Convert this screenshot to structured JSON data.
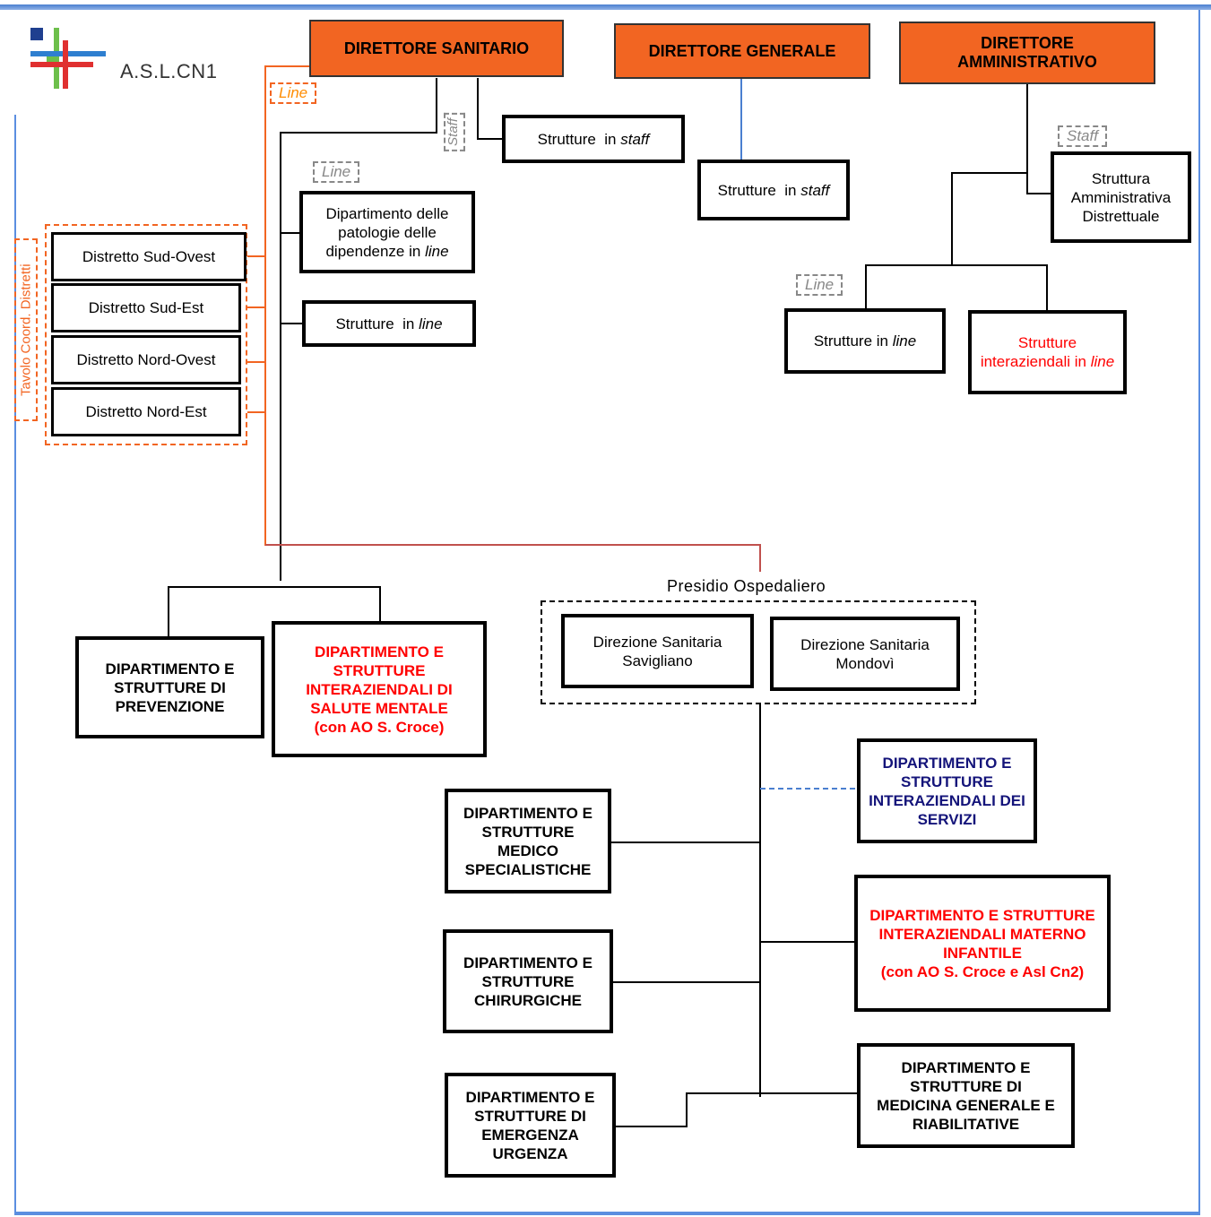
{
  "logo": {
    "text": "A.S.L.CN1"
  },
  "top": {
    "direttore_sanitario": "DIRETTORE SANITARIO",
    "direttore_generale": "DIRETTORE GENERALE",
    "direttore_amministrativo": "DIRETTORE AMMINISTRATIVO"
  },
  "labels": {
    "line": "Line",
    "staff": "Staff",
    "tavolo": "Tavolo Coord. Distretti"
  },
  "sanitario": {
    "strutture_staff_prefix": "Strutture  in ",
    "strutture_staff_em": "staff",
    "dipendenze_prefix": "Dipartimento delle patologie delle dipendenze in ",
    "dipendenze_em": "line",
    "strutture_line_prefix": "Strutture  in ",
    "strutture_line_em": "line"
  },
  "generale": {
    "strutture_staff_prefix": "Strutture  in ",
    "strutture_staff_em": "staff"
  },
  "amministrativo": {
    "struttura_distrettuale": "Struttura Amministrativa Distrettuale",
    "strutture_line_prefix": "Strutture in ",
    "strutture_line_em": "line",
    "interaziendali_prefix": "Strutture interaziendali in ",
    "interaziendali_em": "line"
  },
  "distretti": [
    "Distretto Sud-Ovest",
    "Distretto Sud-Est",
    "Distretto Nord-Ovest",
    "Distretto Nord-Est"
  ],
  "lower": {
    "prevenzione": "DIPARTIMENTO E STRUTTURE DI PREVENZIONE",
    "salute_mentale": "DIPARTIMENTO E STRUTTURE INTERAZIENDALI DI SALUTE MENTALE",
    "salute_mentale_note": "(con AO S. Croce)"
  },
  "presidio": {
    "title": "Presidio  Ospedaliero",
    "savigliano": "Direzione Sanitaria Savigliano",
    "mondovi": "Direzione Sanitaria Mondovì"
  },
  "dipartimenti": {
    "servizi": "DIPARTIMENTO E STRUTTURE INTERAZIENDALI DEI SERVIZI",
    "medico": "DIPARTIMENTO E STRUTTURE MEDICO SPECIALISTICHE",
    "materno": "DIPARTIMENTO E STRUTTURE INTERAZIENDALI MATERNO INFANTILE",
    "materno_note": "(con AO S. Croce e Asl Cn2)",
    "chirurgiche": "DIPARTIMENTO E STRUTTURE CHIRURGICHE",
    "emergenza": "DIPARTIMENTO E STRUTTURE DI EMERGENZA URGENZA",
    "medicina": "DIPARTIMENTO E STRUTTURE DI MEDICINA GENERALE E RIABILITATIVE"
  },
  "colors": {
    "director_fill": "#f26522",
    "orange_line": "#f26522",
    "red_text": "#ff0000",
    "navy_text": "#14147a",
    "blue_line": "#4a7fd0",
    "red_line": "#c0504d"
  }
}
